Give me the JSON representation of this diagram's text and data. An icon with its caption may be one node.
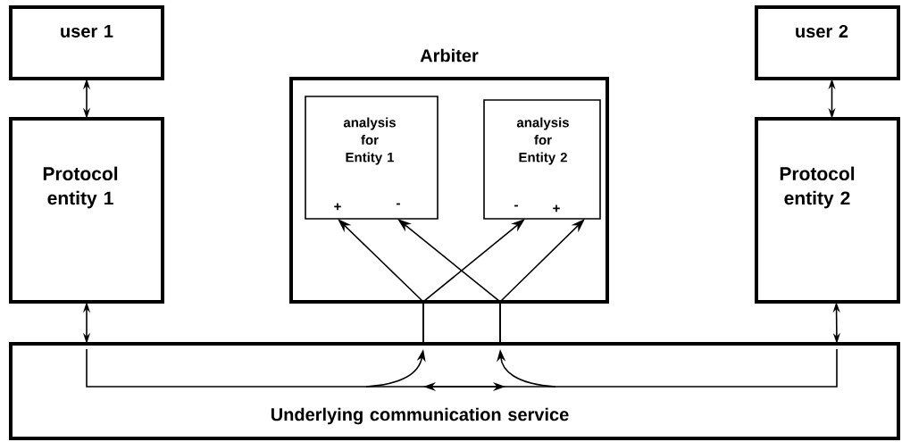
{
  "diagram": {
    "nodes": [
      {
        "text": [
          "user 1"
        ]
      },
      {
        "text": [
          "Protocol entity 1"
        ]
      },
      {
        "text": [
          "Arbiter"
        ]
      },
      {
        "text": [
          "analysis for Entity 1",
          "+",
          "-"
        ],
        "in": 2
      },
      {
        "text": [
          "analysis for Entity 2",
          "-",
          "+"
        ],
        "in": 2
      },
      {
        "text": [
          "user 2"
        ]
      },
      {
        "text": [
          "Protocol entity 2"
        ]
      },
      {
        "text": [
          "Underlying communication service"
        ]
      }
    ],
    "edges": [
      {
        "from": 0,
        "to": 1,
        "arrow": "both"
      },
      {
        "from": 1,
        "to": 7,
        "arrow": "both"
      },
      {
        "from": 5,
        "to": 6,
        "arrow": "both"
      },
      {
        "from": 6,
        "to": 7,
        "arrow": "both"
      },
      {
        "from": 7,
        "to": 3,
        "arrow": "to"
      },
      {
        "from": 7,
        "to": 4,
        "arrow": "to"
      },
      {
        "from": 7,
        "to": 3,
        "arrow": "to"
      },
      {
        "from": 7,
        "to": 4,
        "arrow": "to"
      }
    ]
  }
}
